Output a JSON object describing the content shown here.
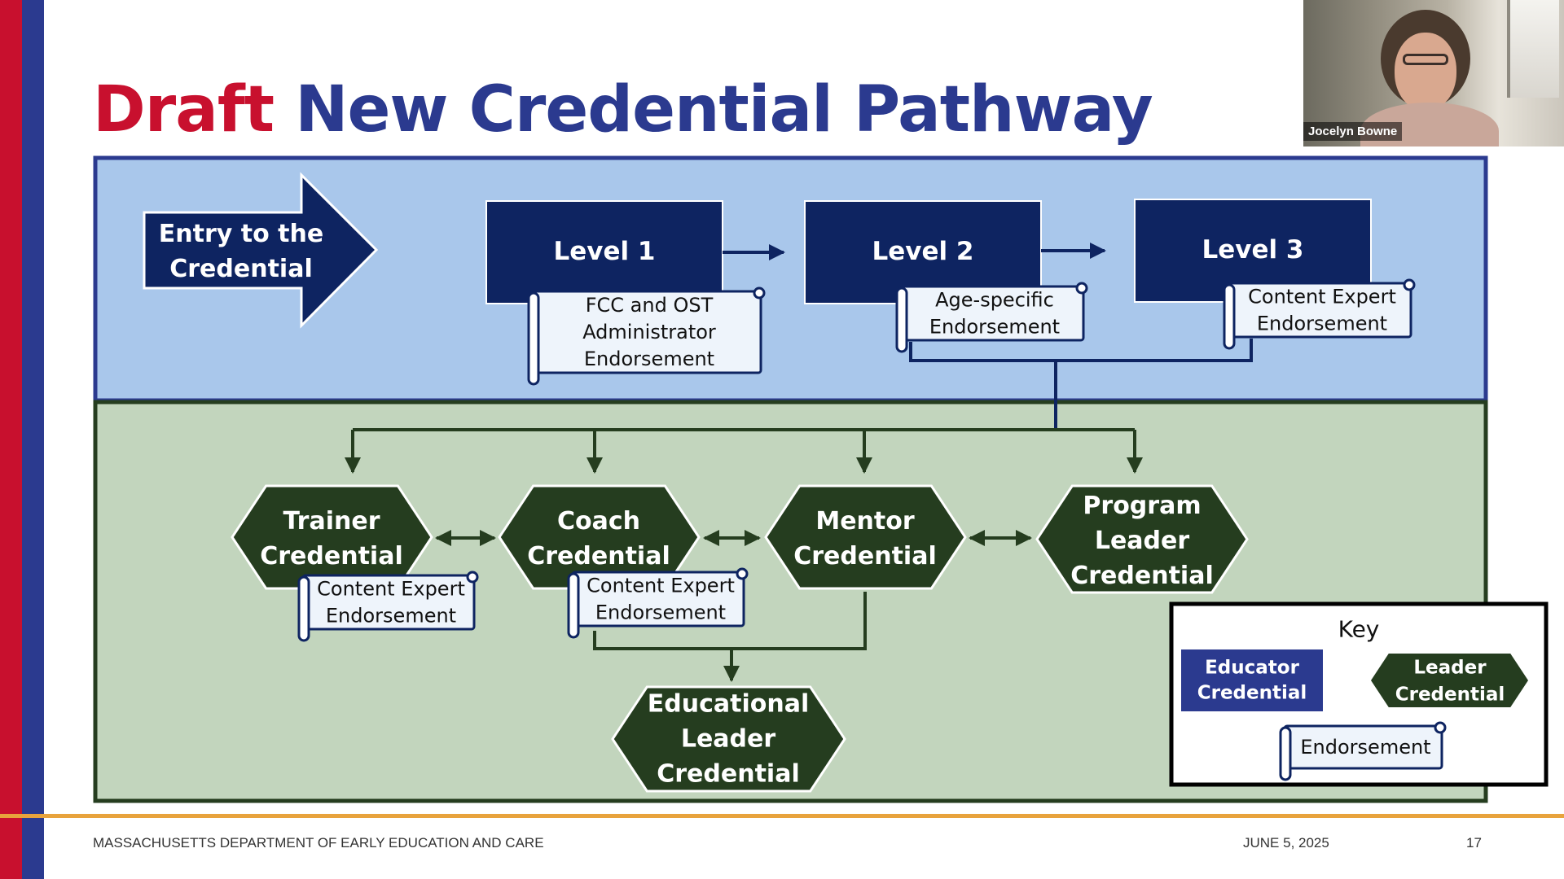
{
  "title": {
    "part1": "Draft",
    "part2": "New Credential Pathway"
  },
  "entry": {
    "line1": "Entry to the",
    "line2": "Credential"
  },
  "levels": [
    {
      "label": "Level 1",
      "endorsement": [
        "FCC and OST",
        "Administrator",
        "Endorsement"
      ]
    },
    {
      "label": "Level 2",
      "endorsement": [
        "Age-specific",
        "Endorsement"
      ]
    },
    {
      "label": "Level 3",
      "endorsement": [
        "Content Expert",
        "Endorsement"
      ]
    }
  ],
  "leaders": [
    {
      "lines": [
        "Trainer",
        "Credential"
      ],
      "endorsement": [
        "Content Expert",
        "Endorsement"
      ]
    },
    {
      "lines": [
        "Coach",
        "Credential"
      ],
      "endorsement": [
        "Content Expert",
        "Endorsement"
      ]
    },
    {
      "lines": [
        "Mentor",
        "Credential"
      ]
    },
    {
      "lines": [
        "Program",
        "Leader",
        "Credential"
      ]
    }
  ],
  "edu_leader": {
    "lines": [
      "Educational",
      "Leader",
      "Credential"
    ]
  },
  "key": {
    "title": "Key",
    "educator": [
      "Educator",
      "Credential"
    ],
    "leader": [
      "Leader",
      "Credential"
    ],
    "endorsement": "Endorsement"
  },
  "video": {
    "name": "Jocelyn Bowne"
  },
  "footer": {
    "org": "MASSACHUSETTS DEPARTMENT OF EARLY EDUCATION AND CARE",
    "date": "JUNE 5, 2025",
    "page": "17"
  },
  "colors": {
    "red": "#c8102e",
    "blue": "#2b3a8f",
    "navy": "#0e2461",
    "top_panel": "#a9c7eb",
    "bottom_panel": "#c2d5bd",
    "dark_green": "#253d1f",
    "scroll_fill": "#eef4fb",
    "orange_rule": "#e8a33c"
  }
}
